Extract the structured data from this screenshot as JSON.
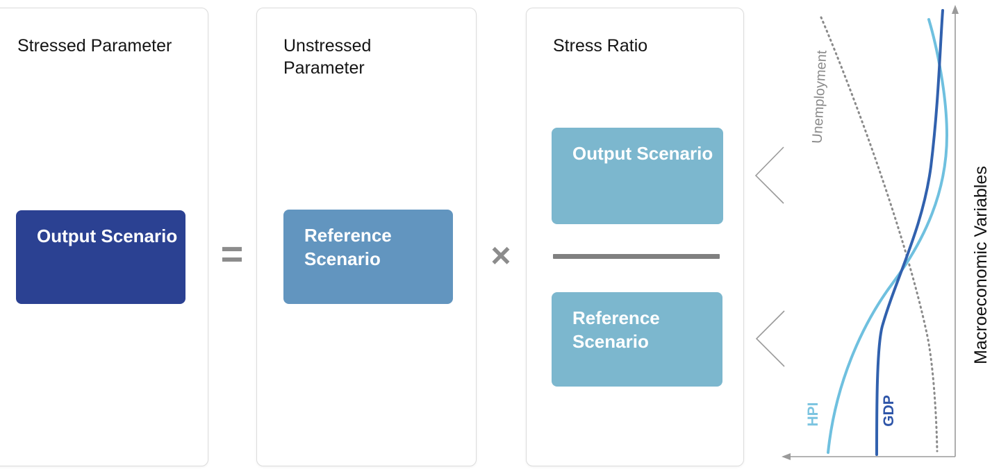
{
  "diagram": {
    "stressed_panel": {
      "title": "Stressed Parameter",
      "box_label": "Output Scenario"
    },
    "equals_sign": "=",
    "unstressed_panel": {
      "title": "Unstressed Parameter",
      "box_label": "Reference Scenario"
    },
    "multiply_sign": "×",
    "ratio_panel": {
      "title": "Stress Ratio",
      "numerator_label": "Output Scenario",
      "denominator_label": "Reference Scenario"
    }
  },
  "chart_data": {
    "type": "line",
    "note": "qualitative illustration, no numeric axes or ticks shown",
    "axis_label": "Macroeconomic Variables",
    "series": [
      {
        "name": "Unemployment",
        "style": "dotted",
        "color": "#8a8a8a",
        "shape": "falls steeply from top-left to bottom-right, steepening to vertical near bottom axis"
      },
      {
        "name": "HPI",
        "style": "solid",
        "color": "#6fc0df",
        "shape": "high near axis at top, sweeps down-left to bottom axis"
      },
      {
        "name": "GDP",
        "style": "solid",
        "color": "#3161ae",
        "shape": "high near axis at top, dips left then vertical to bottom axis"
      }
    ],
    "legend_position": "labels on curves"
  },
  "colors": {
    "stressed_box": "#2b4192",
    "unstressed_box": "#6295bf",
    "ratio_box": "#7cb7ce",
    "operator_gray": "#8c8c8c",
    "fraction_bar": "#808080",
    "axis_gray": "#9a9a9a"
  }
}
